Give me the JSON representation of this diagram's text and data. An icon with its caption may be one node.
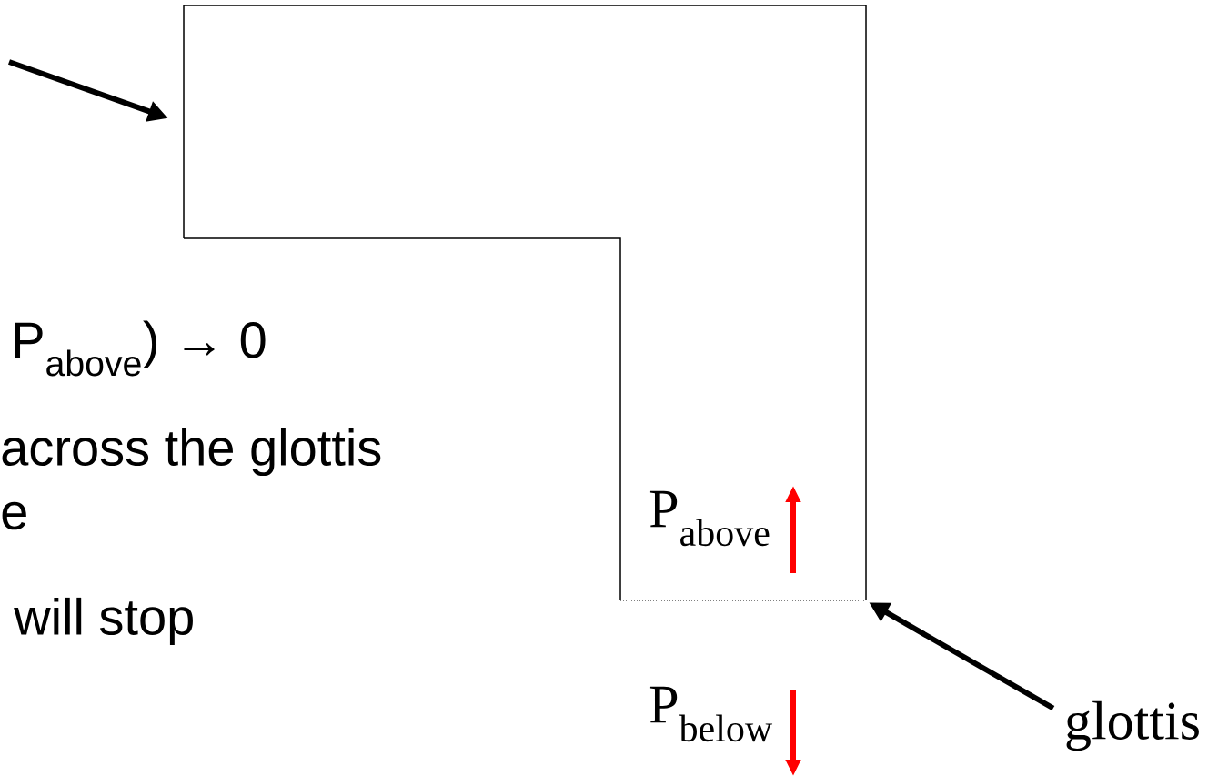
{
  "diagram": {
    "nodes": [
      {
        "text": [],
        "shape": "picture"
      },
      {
        "text": [
          "glottis"
        ]
      }
    ],
    "edges": [
      {
        "from": null,
        "to": 0,
        "arrow": "to"
      },
      {
        "from": 1,
        "to": 0,
        "arrow": "to"
      }
    ],
    "labels": [
      "P$_{above}$) → 0",
      "across the glottis",
      "e",
      "P$_{above}$",
      "will stop",
      "P$_{below}$"
    ]
  }
}
